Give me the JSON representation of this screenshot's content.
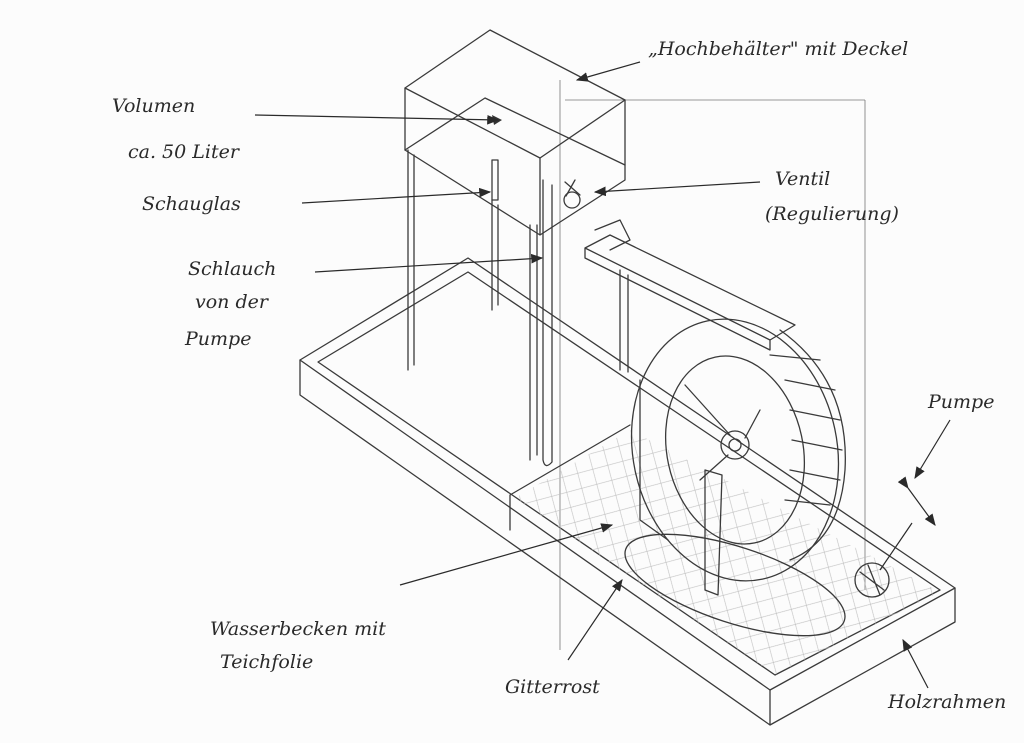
{
  "labels": {
    "hochbehaelter": "„Hochbehälter\" mit Deckel",
    "volumen_1": "Volumen",
    "volumen_2": "ca. 50 Liter",
    "schauglas": "Schauglas",
    "schlauch_1": "Schlauch",
    "schlauch_2": "von der",
    "schlauch_3": "Pumpe",
    "ventil_1": "Ventil",
    "ventil_2": "(Regulierung)",
    "pumpe": "Pumpe",
    "wasserbecken_1": "Wasserbecken mit",
    "wasserbecken_2": "Teichfolie",
    "gitterrost": "Gitterrost",
    "holzrahmen": "Holzrahmen"
  },
  "colors": {
    "ink": "#2a2a2a",
    "paper": "#fcfcfc"
  }
}
